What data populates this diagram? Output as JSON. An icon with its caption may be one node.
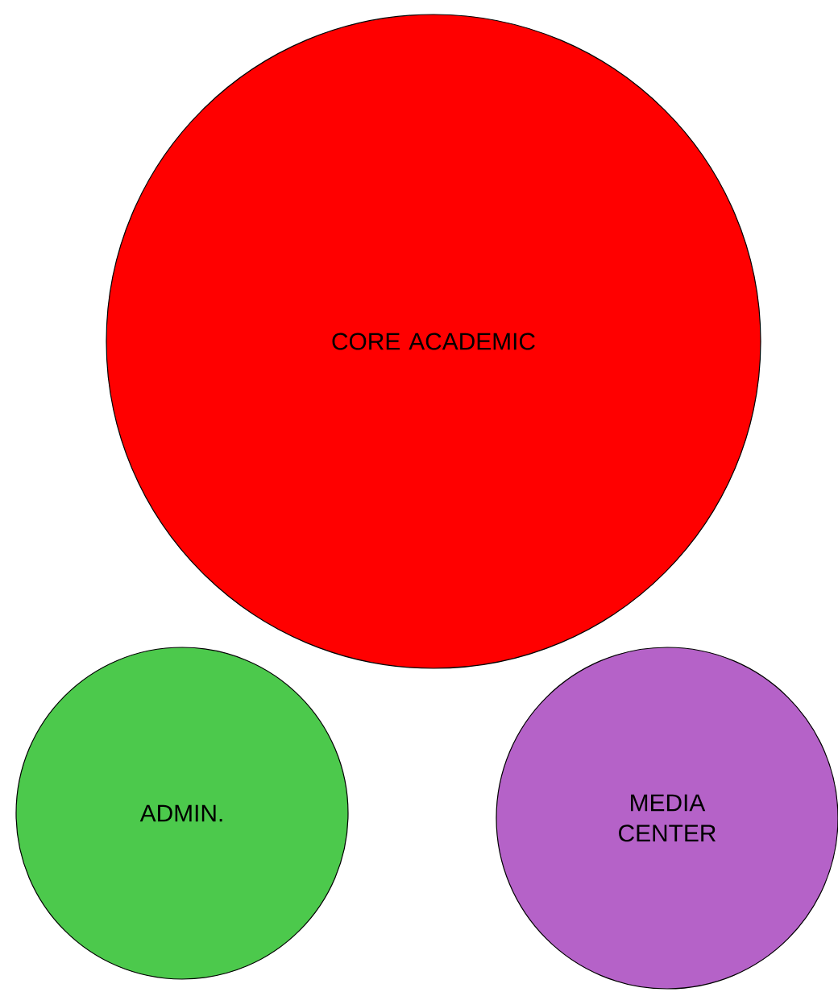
{
  "diagram": {
    "nodes": [
      {
        "text": [
          "CORE ACADEMIC"
        ]
      },
      {
        "text": [
          "ADMIN."
        ]
      },
      {
        "text": [
          "MEDIA CENTER"
        ]
      }
    ]
  }
}
